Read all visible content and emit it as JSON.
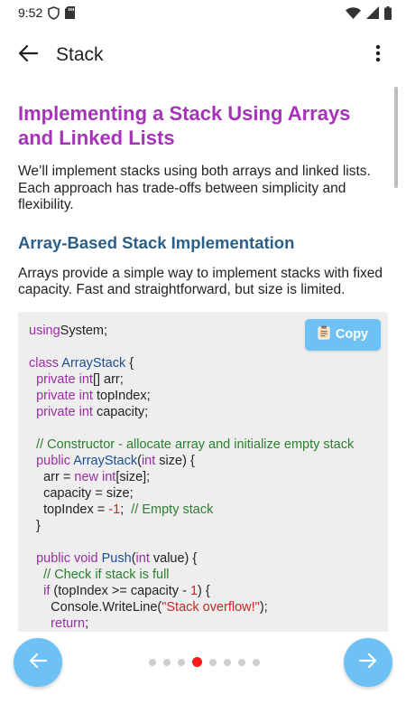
{
  "status_bar": {
    "time": "9:52"
  },
  "app_bar": {
    "title": "Stack"
  },
  "content": {
    "heading": "Implementing a Stack Using Arrays and Linked Lists",
    "intro": "We’ll implement stacks using both arrays and linked lists. Each approach has trade-offs between simplicity and flexibility.",
    "subheading": "Array-Based Stack Implementation",
    "array_intro": "Arrays provide a simple way to implement stacks with fixed capacity. Fast and straightforward, but size is limited.",
    "copy_label": "Copy",
    "code_lines": [
      [
        [
          "kw",
          "using"
        ],
        [
          "",
          "System;"
        ]
      ],
      [],
      [
        [
          "kw",
          "class"
        ],
        [
          "",
          ""
        ],
        [
          "ty",
          "ArrayStack"
        ],
        [
          "",
          " {"
        ]
      ],
      [
        [
          "",
          "  "
        ],
        [
          "kw",
          "private"
        ],
        [
          "",
          " "
        ],
        [
          "kw",
          "int"
        ],
        [
          "",
          "[] arr;"
        ]
      ],
      [
        [
          "",
          "  "
        ],
        [
          "kw",
          "private"
        ],
        [
          "",
          " "
        ],
        [
          "kw",
          "int"
        ],
        [
          "",
          " topIndex;"
        ]
      ],
      [
        [
          "",
          "  "
        ],
        [
          "kw",
          "private"
        ],
        [
          "",
          " "
        ],
        [
          "kw",
          "int"
        ],
        [
          "",
          " capacity;"
        ]
      ],
      [],
      [
        [
          "",
          "  "
        ],
        [
          "cm",
          "// Constructor - allocate array and initialize empty stack"
        ]
      ],
      [
        [
          "",
          "  "
        ],
        [
          "kw",
          "public"
        ],
        [
          "",
          " "
        ],
        [
          "ty",
          "ArrayStack"
        ],
        [
          "",
          "("
        ],
        [
          "kw",
          "int"
        ],
        [
          "",
          " size) {"
        ]
      ],
      [
        [
          "",
          "    arr = "
        ],
        [
          "kw",
          "new"
        ],
        [
          "",
          " "
        ],
        [
          "kw",
          "int"
        ],
        [
          "",
          "[size];"
        ]
      ],
      [
        [
          "",
          "    capacity = size;"
        ]
      ],
      [
        [
          "",
          "    topIndex = "
        ],
        [
          "nu",
          "-1"
        ],
        [
          "",
          ";  "
        ],
        [
          "cm",
          "// Empty stack"
        ]
      ],
      [
        [
          "",
          "  }"
        ]
      ],
      [],
      [
        [
          "",
          "  "
        ],
        [
          "kw",
          "public"
        ],
        [
          "",
          " "
        ],
        [
          "kw",
          "void"
        ],
        [
          "",
          " "
        ],
        [
          "ty",
          "Push"
        ],
        [
          "",
          "("
        ],
        [
          "kw",
          "int"
        ],
        [
          "",
          " value) {"
        ]
      ],
      [
        [
          "",
          "    "
        ],
        [
          "cm",
          "// Check if stack is full"
        ]
      ],
      [
        [
          "",
          "    "
        ],
        [
          "kw",
          "if"
        ],
        [
          "",
          " (topIndex >= capacity - "
        ],
        [
          "nu",
          "1"
        ],
        [
          "",
          ") {"
        ]
      ],
      [
        [
          "",
          "      Console.WriteLine("
        ],
        [
          "st",
          "\"Stack overflow!\""
        ],
        [
          "",
          ");"
        ]
      ],
      [
        [
          "",
          "      "
        ],
        [
          "kw",
          "return"
        ],
        [
          "",
          ";"
        ]
      ],
      [
        [
          "",
          "    }"
        ]
      ]
    ]
  },
  "pager": {
    "total_pages": 8,
    "current_page": 4
  },
  "colors": {
    "accent": "#6ec1f4",
    "heading": "#a533b8",
    "subheading": "#2b5f8a",
    "active_dot": "#ff1a1a"
  }
}
